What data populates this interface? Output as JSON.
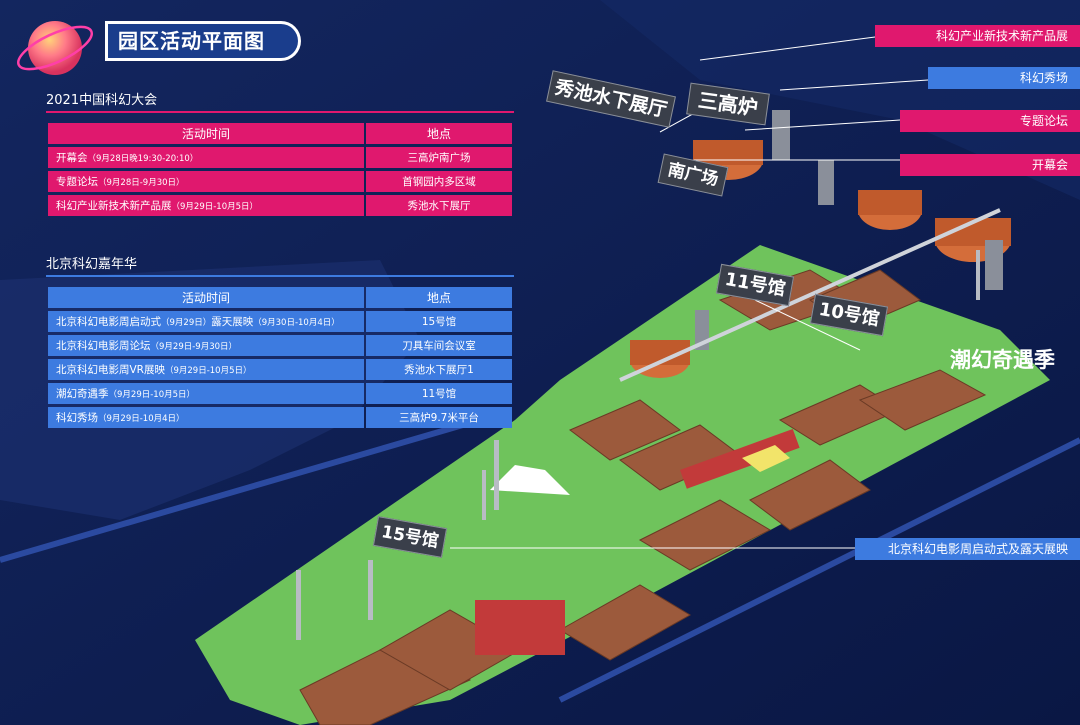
{
  "header": {
    "title": "园区活动平面图"
  },
  "sections": [
    {
      "title": "2021中国科幻大会",
      "columns": [
        "活动时间",
        "地点"
      ],
      "rows": [
        {
          "name": "开幕会",
          "time": "（9月28日晚19:30-20:10）",
          "place": "三高炉南广场"
        },
        {
          "name": "专题论坛",
          "time": "（9月28日-9月30日）",
          "place": "首钢园内多区域"
        },
        {
          "name": "科幻产业新技术新产品展",
          "time": "（9月29日-10月5日）",
          "place": "秀池水下展厅"
        }
      ]
    },
    {
      "title": "北京科幻嘉年华",
      "columns": [
        "活动时间",
        "地点"
      ],
      "rows": [
        {
          "name": "北京科幻电影周启动式",
          "time": "（9月29日）",
          "name2": "露天展映",
          "time2": "（9月30日-10月4日）",
          "place": "15号馆"
        },
        {
          "name": "北京科幻电影周论坛",
          "time": "（9月29日-9月30日）",
          "place": "刀具车间会议室"
        },
        {
          "name": "北京科幻电影周VR展映",
          "time": "（9月29日-10月5日）",
          "place": "秀池水下展厅1"
        },
        {
          "name": "潮幻奇遇季",
          "time": "（9月29日-10月5日）",
          "place": "11号馆"
        },
        {
          "name": "科幻秀场",
          "time": "（9月29日-10月4日）",
          "place": "三高炉9.7米平台"
        }
      ]
    }
  ],
  "tags": {
    "t1": "科幻产业新技术新产品展",
    "t2": "科幻秀场",
    "t3": "专题论坛",
    "t4": "开幕会",
    "t5": "潮幻奇遇季",
    "t6": "北京科幻电影周启动式及露天展映"
  },
  "map_signs": {
    "xiuchi": "秀池水下展厅",
    "sangaolu": "三高炉",
    "nanguangchang": "南广场",
    "h11": "11号馆",
    "h10": "10号馆",
    "h15": "15号馆"
  },
  "colors": {
    "pink": "#e0186e",
    "blue": "#3d7be0",
    "navy": "#0a1a4e",
    "green": "#7ad06a"
  }
}
